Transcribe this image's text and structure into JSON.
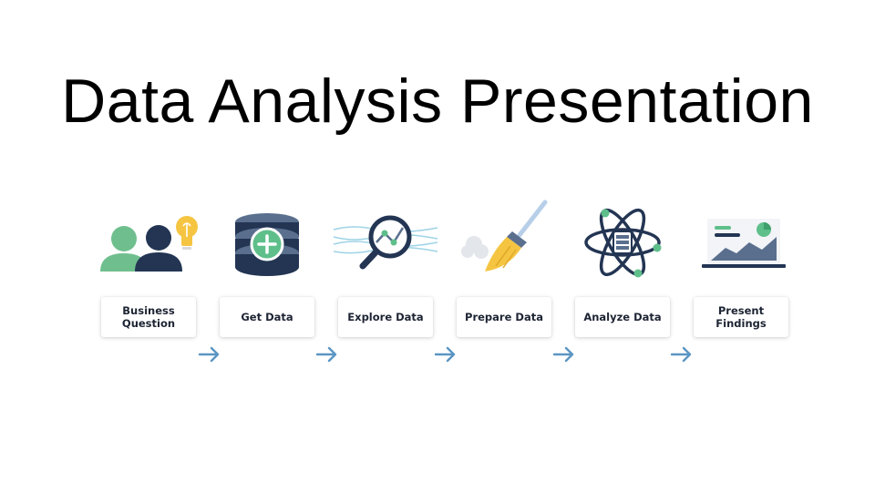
{
  "slide": {
    "title": "Data Analysis Presentation"
  },
  "steps": [
    {
      "label": "Business\nQuestion",
      "icon": "people-lightbulb-icon"
    },
    {
      "label": "Get Data",
      "icon": "database-plus-icon"
    },
    {
      "label": "Explore Data",
      "icon": "magnifier-chart-icon"
    },
    {
      "label": "Prepare Data",
      "icon": "broom-icon"
    },
    {
      "label": "Analyze Data",
      "icon": "atom-server-icon"
    },
    {
      "label": "Present\nFindings",
      "icon": "laptop-chart-icon"
    }
  ],
  "arrow_icon": "arrow-right-icon",
  "colors": {
    "green": "#5fbf8b",
    "navy": "#233553",
    "slate": "#5a6f8e",
    "light_blue": "#9fd3e6",
    "yellow": "#f5c542",
    "arrow": "#5b96c3"
  }
}
